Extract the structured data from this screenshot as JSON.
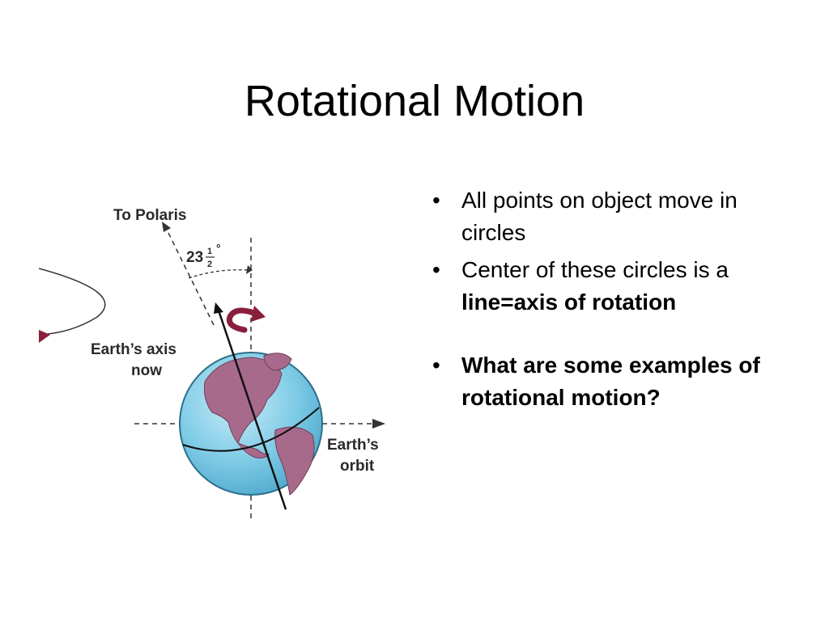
{
  "slide": {
    "title": "Rotational Motion"
  },
  "figure": {
    "label_polaris": "To Polaris",
    "angle_whole": "23",
    "angle_num": "1",
    "angle_den": "2",
    "angle_deg": "°",
    "label_axis_line1": "Earth’s axis",
    "label_axis_line2": "now",
    "label_orbit_line1": "Earth’s",
    "label_orbit_line2": "orbit"
  },
  "bullets": [
    {
      "text": "All points on object move in circles"
    },
    {
      "text_pre": "Center of these circles is a ",
      "text_bold": "line=axis of rotation"
    },
    {
      "text_bold": "What are some examples of rotational motion?"
    }
  ],
  "bullet_symbol": "•",
  "colors": {
    "ocean": "#7ecbe6",
    "land": "#a86a8a",
    "arrow": "#8a1f3c"
  },
  "icons": {
    "globe": "earth-globe-icon",
    "rotation": "rotation-arrow-icon"
  }
}
